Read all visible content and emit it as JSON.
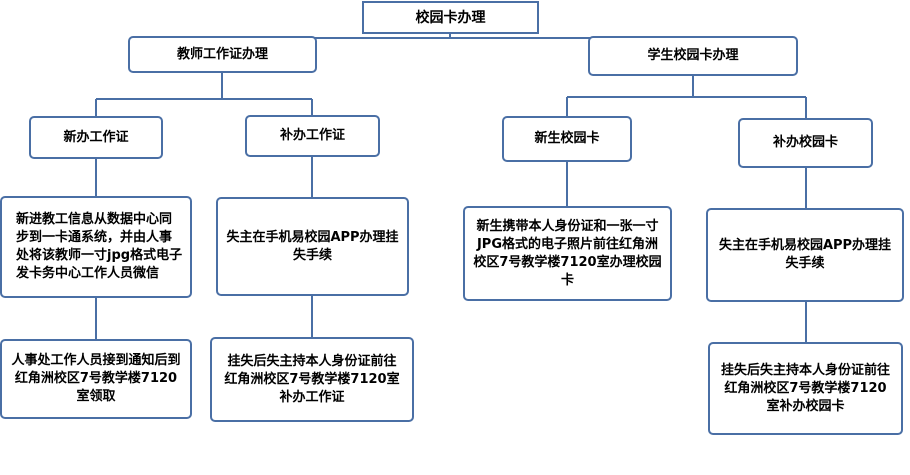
{
  "root": {
    "label": "校园卡办理"
  },
  "teacher": {
    "label": "教师工作证办理",
    "new": {
      "label": "新办工作证",
      "step1": "新进教工信息从数据中心同步到一卡通系统，并由人事处将该教师一寸jpg格式电子发卡务中心工作人员微信",
      "step2": "人事处工作人员接到通知后到红角洲校区7号教学楼7120室领取"
    },
    "reissue": {
      "label": "补办工作证",
      "step1": "失主在手机易校园APP办理挂失手续",
      "step2": "挂失后失主持本人身份证前往红角洲校区7号教学楼7120室补办工作证"
    }
  },
  "student": {
    "label": "学生校园卡办理",
    "new": {
      "label": "新生校园卡",
      "step1": "新生携带本人身份证和一张一寸JPG格式的电子照片前往红角洲校区7号教学楼7120室办理校园卡"
    },
    "reissue": {
      "label": "补办校园卡",
      "step1": "失主在手机易校园APP办理挂失手续",
      "step2": "挂失后失主持本人身份证前往红角洲校区7号教学楼7120室补办校园卡"
    }
  }
}
